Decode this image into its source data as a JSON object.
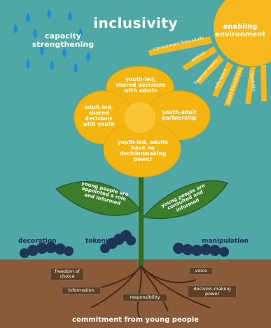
{
  "title": "inclusivity",
  "rain_label": "capacity strengthening",
  "sun_label": "enabling environment",
  "sun_rays": [
    "commitment from adults",
    "policies",
    "financial means",
    "safe space",
    "youth friendliness",
    "flexibility"
  ],
  "flower": {
    "top": "youth-led, shared decisions with adults",
    "left": "adult-led, shared decisions with youth",
    "right": "youth-adult partnership",
    "bottom": "youth-led, adults have no decisionmaking power"
  },
  "leaves": {
    "left": "young people are appointed a role and informed",
    "right": "young people are consulted and informed"
  },
  "ladder": {
    "decoration": "decoration",
    "tokenism": "tokenism",
    "manipulation": "manipulation"
  },
  "roots": {
    "freedom": "freedom of choice",
    "information": "information",
    "responsibility": "responsibility",
    "voice": "voice",
    "decision": "decision-making power"
  },
  "bottom_label": "commitment from young people",
  "colors": {
    "background": "#4fa7a6",
    "sun": "#f6b81c",
    "flower": "#f4b510",
    "leaf": "#3b7d2a",
    "soil": "#8a5b3b",
    "caterpillar": "#1f3557",
    "rain": "#1e8fd6"
  }
}
